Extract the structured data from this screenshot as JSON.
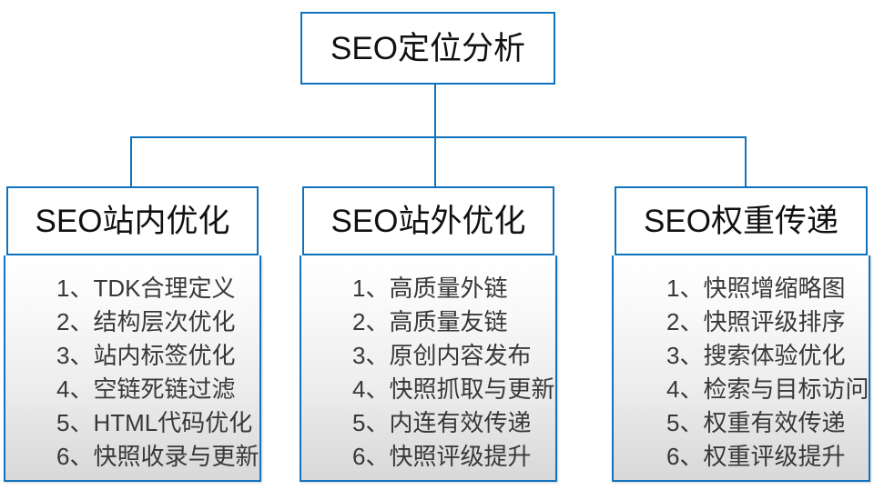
{
  "diagram": {
    "title": "SEO定位分析",
    "root": {
      "label": "SEO定位分析"
    },
    "branches": [
      {
        "header": "SEO站内优化",
        "items": [
          "1、TDK合理定义",
          "2、结构层次优化",
          "3、站内标签优化",
          "4、空链死链过滤",
          "5、HTML代码优化",
          "6、快照收录与更新"
        ]
      },
      {
        "header": "SEO站外优化",
        "items": [
          "1、高质量外链",
          "2、高质量友链",
          "3、原创内容发布",
          "4、快照抓取与更新",
          "5、内连有效传递",
          "6、快照评级提升"
        ]
      },
      {
        "header": "SEO权重传递",
        "items": [
          "1、快照增缩略图",
          "2、快照评级排序",
          "3、搜索体验优化",
          "4、检索与目标访问",
          "5、权重有效传递",
          "6、权重评级提升"
        ]
      }
    ],
    "colors": {
      "connector": "#0f72bd",
      "border": "#0f72bd",
      "header_fill": "#ffffff",
      "body_fill_top": "#ffffff",
      "body_fill_bottom": "#d9d9d9",
      "title_text": "#111111",
      "item_text": "#383838",
      "background": "#ffffff"
    }
  }
}
